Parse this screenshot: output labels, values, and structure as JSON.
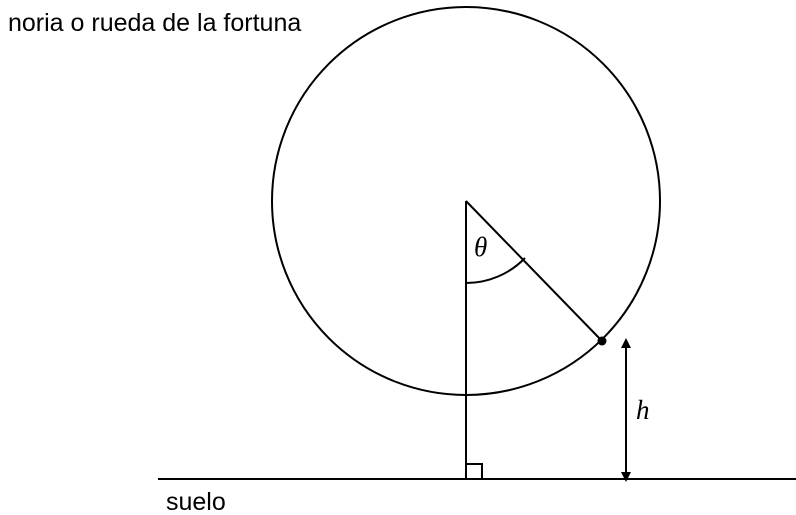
{
  "labels": {
    "wheel": "noria o rueda de la fortuna",
    "ground": "suelo",
    "angle": "θ",
    "height": "h"
  }
}
